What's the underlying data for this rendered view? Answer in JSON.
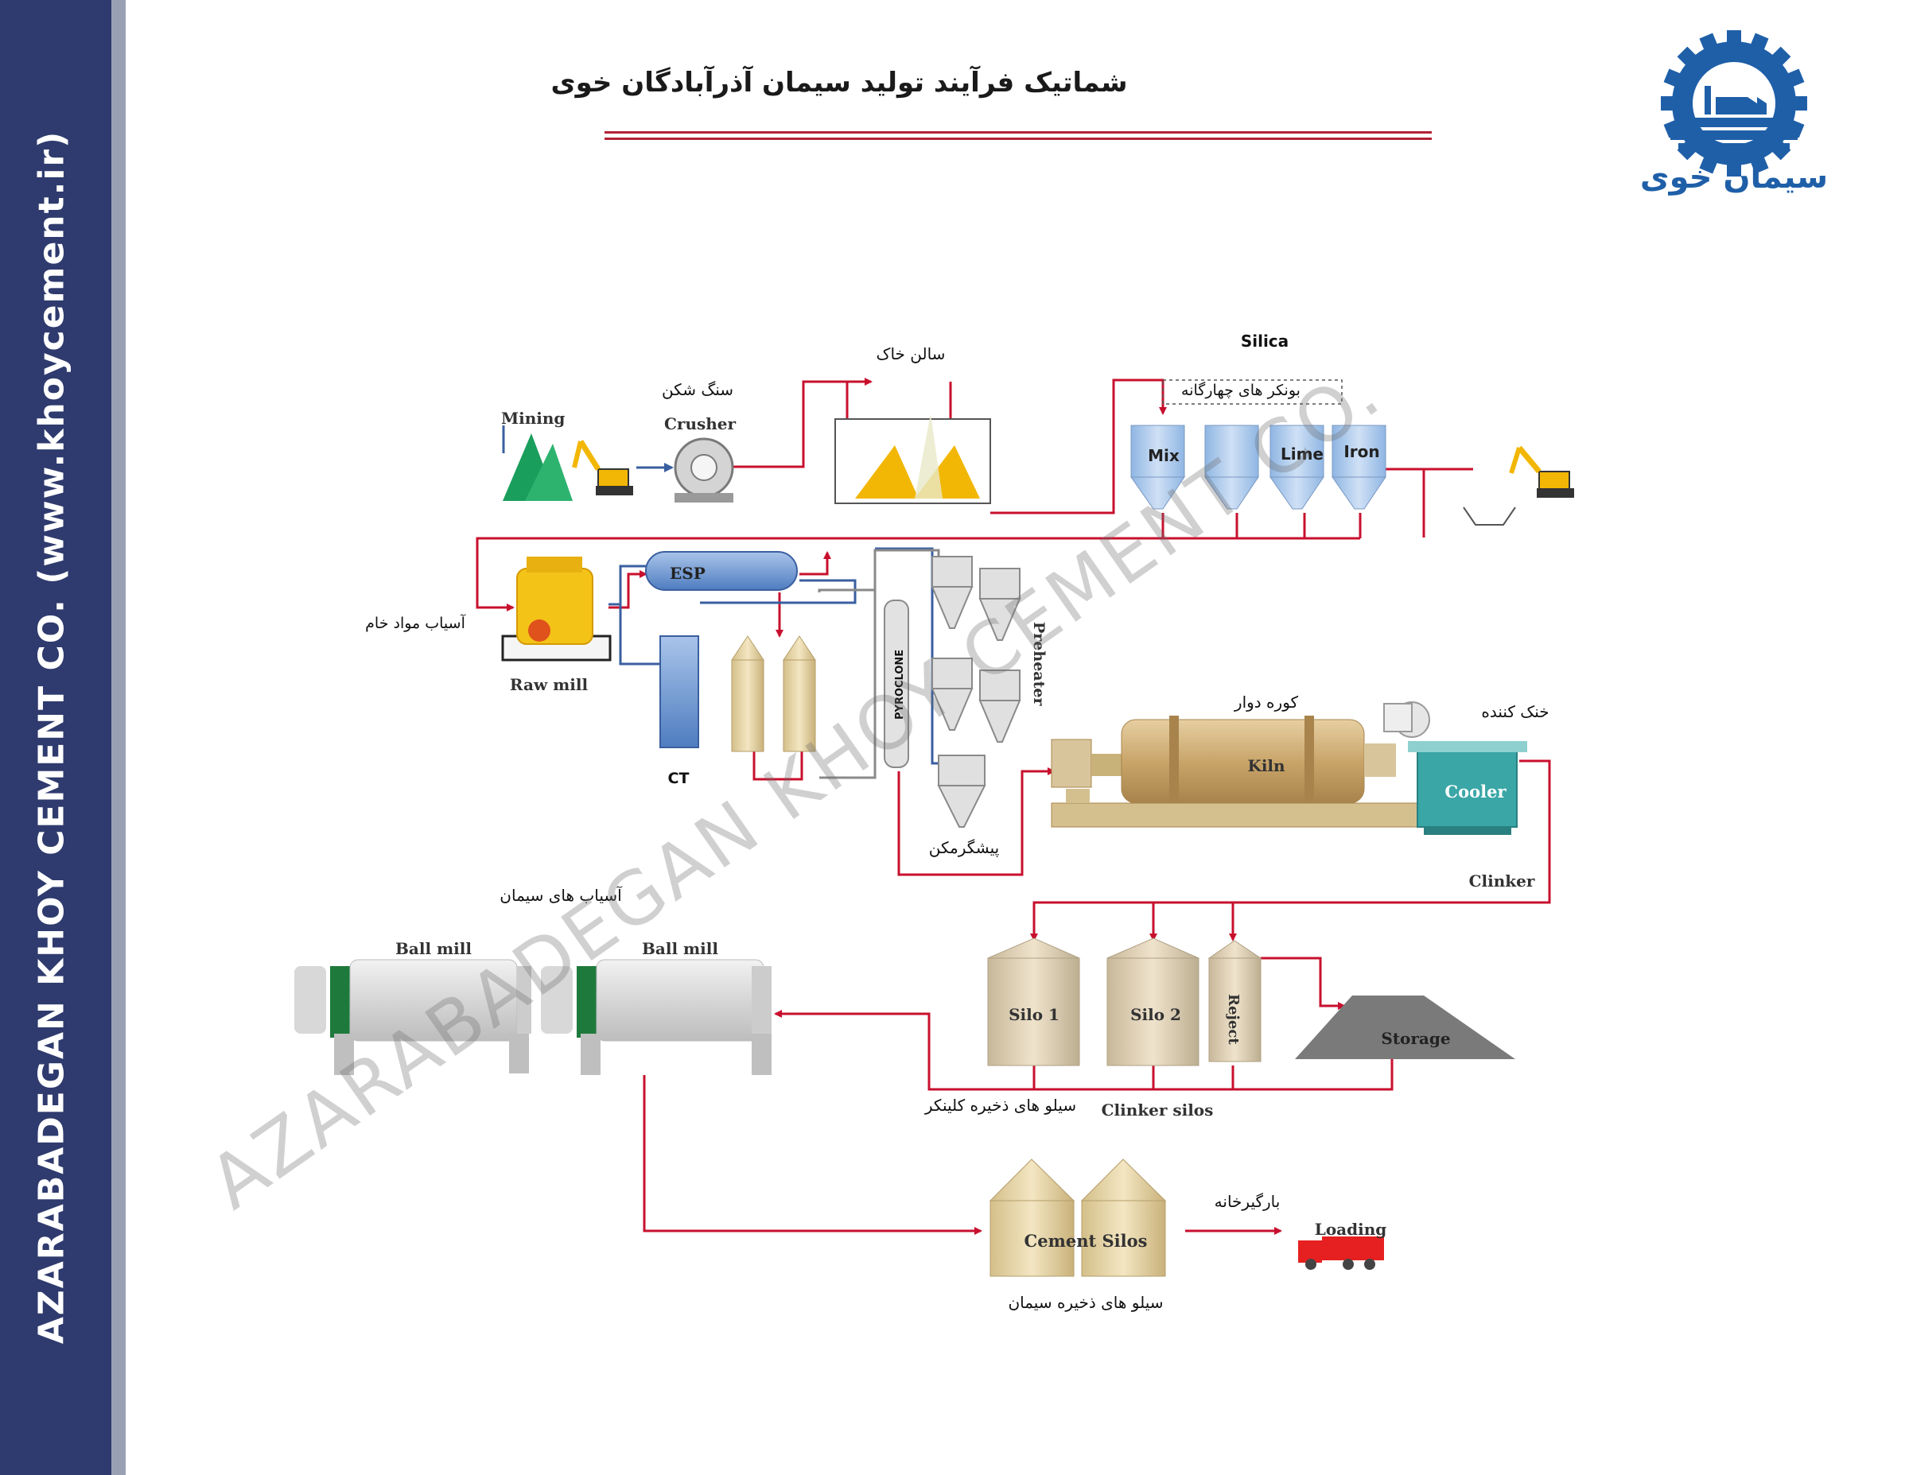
{
  "sidebar": {
    "text": "AZARABADEGAN  KHOY  CEMENT  CO.   (www.khoycement.ir)"
  },
  "header": {
    "title": "شماتیک فرآیند تولید سیمان آذرآبادگان خوی"
  },
  "logo": {
    "text": "سیمان خوی",
    "colors": {
      "gear": "#1f5fa8",
      "bricks": "#1f5fa8"
    }
  },
  "watermark": "AZARABADEGAN KHOY CEMENT CO.",
  "colors": {
    "flow_line": "#c8102e",
    "gas_line": "#3a5fa0",
    "grey_line": "#8a8a8a",
    "sidebar": "#2f3b6e"
  },
  "labels": {
    "silica": "Silica",
    "salon_khak": "سالن خاک",
    "sang_shekan": "سنگ شکن",
    "mining": "Mining",
    "crusher": "Crusher",
    "bunkers": "بونکر های چهارگانه",
    "mix": "Mix",
    "lime": "Lime",
    "iron": "Iron",
    "esp": "ESP",
    "raw_mill_fa": "آسیاب مواد خام",
    "raw_mill": "Raw mill",
    "ct": "CT",
    "pyroclone": "PYROCLONE",
    "preheater": "Preheater",
    "kore_davar": "کوره دوار",
    "kiln": "Kiln",
    "khonak_konande": "خنک کننده",
    "cooler": "Cooler",
    "pishgarmkon": "پیشگرمکن",
    "clinker": "Clinker",
    "asyab_siman": "آسیاب های سیمان",
    "ball_mill_1": "Ball mill",
    "ball_mill_2": "Ball mill",
    "silo1": "Silo 1",
    "silo2": "Silo 2",
    "reject": "Reject",
    "storage": "Storage",
    "silo_zakhire_clinker": "سیلو های ذخیره کلینکر",
    "clinker_silos": "Clinker silos",
    "bargirkhane": "بارگیرخانه",
    "loading": "Loading",
    "cement_silos": "Cement Silos",
    "silo_zakhire_siman": "سیلو های ذخیره سیمان"
  }
}
